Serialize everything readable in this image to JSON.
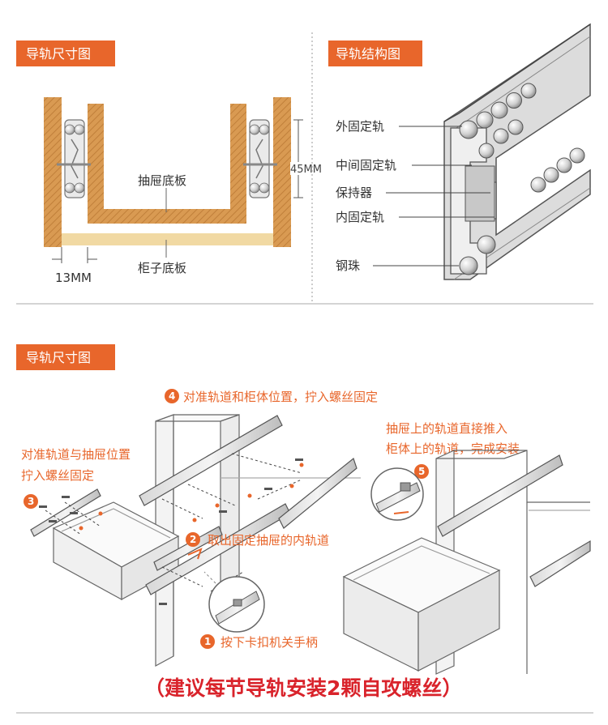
{
  "section_tags": {
    "size_top": "导轨尺寸图",
    "structure": "导轨结构图",
    "size_bottom": "导轨尺寸图"
  },
  "size_diagram": {
    "drawer_bottom": "抽屉底板",
    "cabinet_bottom": "柜子底板",
    "gap": "13MM",
    "height": "45MM"
  },
  "structure_labels": [
    "外固定轨",
    "中间固定轨",
    "保持器",
    "内固定轨",
    "钢珠"
  ],
  "install_steps": {
    "step1": {
      "num": "1",
      "text": "按下卡扣机关手柄"
    },
    "step2": {
      "num": "2",
      "text": "取出固定抽屉的内轨道"
    },
    "step3": {
      "num": "3",
      "text_line1": "对准轨道与抽屉位置",
      "text_line2": "拧入螺丝固定"
    },
    "step4": {
      "num": "4",
      "text": "对准轨道和柜体位置，拧入螺丝固定"
    },
    "step5": {
      "num": "5",
      "text_line1": "抽屉上的轨道直接推入",
      "text_line2": "柜体上的轨道，完成安装"
    }
  },
  "footer": "（建议每节导轨安装2颗自攻螺丝）",
  "colors": {
    "accent": "#e8662b",
    "wood": "#d79a55",
    "board": "#f1d9a3",
    "footer": "#d9232b"
  }
}
